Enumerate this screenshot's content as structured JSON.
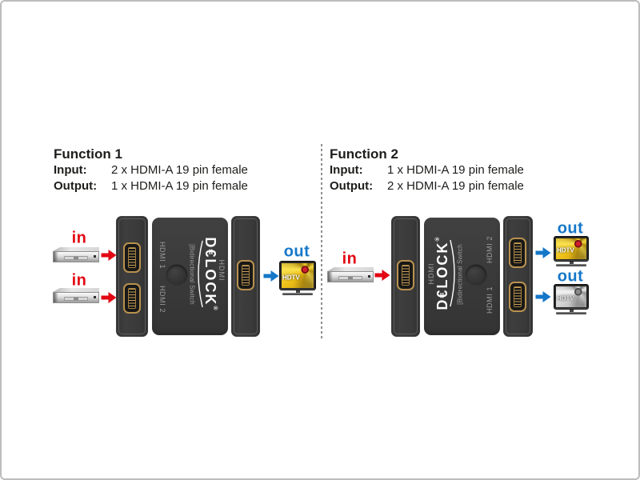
{
  "colors": {
    "red": "#e30613",
    "blue": "#1577c8",
    "device_body": "#3b3b3b",
    "port_gold": "#b9924e",
    "label_gray": "#9c9c9c"
  },
  "function1": {
    "title": "Function 1",
    "rows": [
      {
        "label": "Input:",
        "value": "2 x HDMI-A 19 pin female"
      },
      {
        "label": "Output:",
        "value": "1 x HDMI-A 19 pin female"
      }
    ]
  },
  "function2": {
    "title": "Function 2",
    "rows": [
      {
        "label": "Input:",
        "value": "1 x HDMI-A 19 pin female"
      },
      {
        "label": "Output:",
        "value": "2 x HDMI-A 19 pin female"
      }
    ]
  },
  "device": {
    "brand": "D€LOCK",
    "registered": "®",
    "subtitle": "[Bidirectional Switch",
    "interface": "HDMI",
    "port1": "HDMI 1",
    "port2": "HDMI 2"
  },
  "flow": {
    "in": "in",
    "out": "out",
    "screen": "HDTV"
  }
}
